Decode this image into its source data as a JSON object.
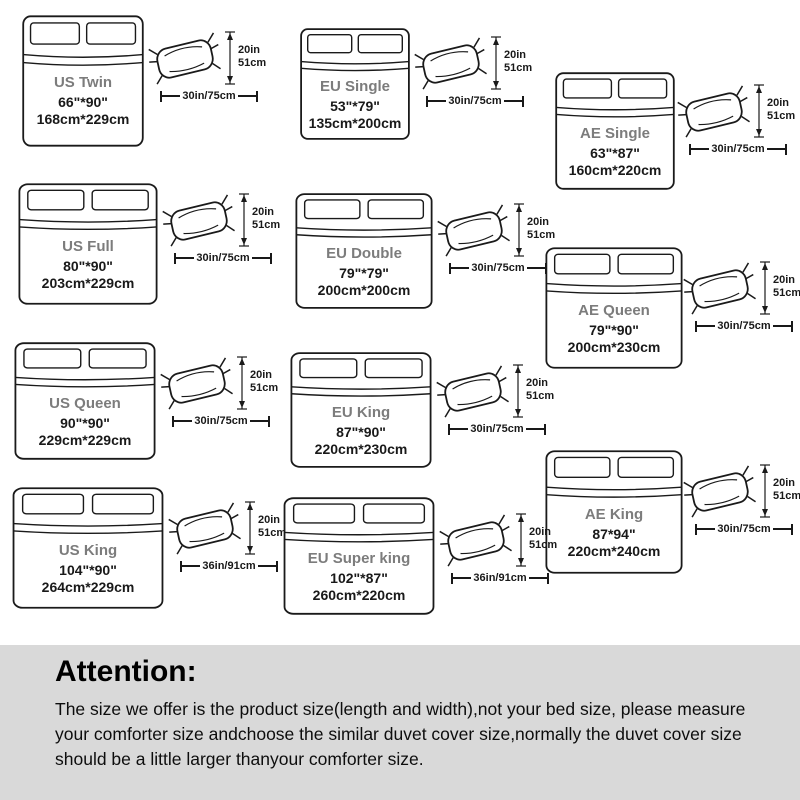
{
  "pillow": {
    "height_in": "20in",
    "height_cm": "51cm"
  },
  "beds": [
    {
      "name": "US Twin",
      "inches": "66\"*90\"",
      "cm": "168cm*229cm",
      "pillow_width": "30in/75cm"
    },
    {
      "name": "EU Single",
      "inches": "53\"*79\"",
      "cm": "135cm*200cm",
      "pillow_width": "30in/75cm"
    },
    {
      "name": "AE Single",
      "inches": "63\"*87\"",
      "cm": "160cm*220cm",
      "pillow_width": "30in/75cm"
    },
    {
      "name": "US Full",
      "inches": "80\"*90\"",
      "cm": "203cm*229cm",
      "pillow_width": "30in/75cm"
    },
    {
      "name": "EU Double",
      "inches": "79\"*79\"",
      "cm": "200cm*200cm",
      "pillow_width": "30in/75cm"
    },
    {
      "name": "AE Queen",
      "inches": "79\"*90\"",
      "cm": "200cm*230cm",
      "pillow_width": "30in/75cm"
    },
    {
      "name": "US Queen",
      "inches": "90\"*90\"",
      "cm": "229cm*229cm",
      "pillow_width": "30in/75cm"
    },
    {
      "name": "EU King",
      "inches": "87\"*90\"",
      "cm": "220cm*230cm",
      "pillow_width": "30in/75cm"
    },
    {
      "name": "AE King",
      "inches": "87*94\"",
      "cm": "220cm*240cm",
      "pillow_width": "30in/75cm"
    },
    {
      "name": "US King",
      "inches": "104\"*90\"",
      "cm": "264cm*229cm",
      "pillow_width": "36in/91cm"
    },
    {
      "name": "EU Super king",
      "inches": "102\"*87\"",
      "cm": "260cm*220cm",
      "pillow_width": "36in/91cm"
    }
  ],
  "attention": {
    "title": "Attention:",
    "body": "The size we offer is the product size(length and width),not your bed size, please measure your comforter size andchoose the similar duvet cover size,normally the duvet cover size should be a little larger thanyour comforter size."
  },
  "colors": {
    "line": "#1a1a1a",
    "attention_bg": "#d9d9d9",
    "name_gray": "#7c7c7c"
  }
}
